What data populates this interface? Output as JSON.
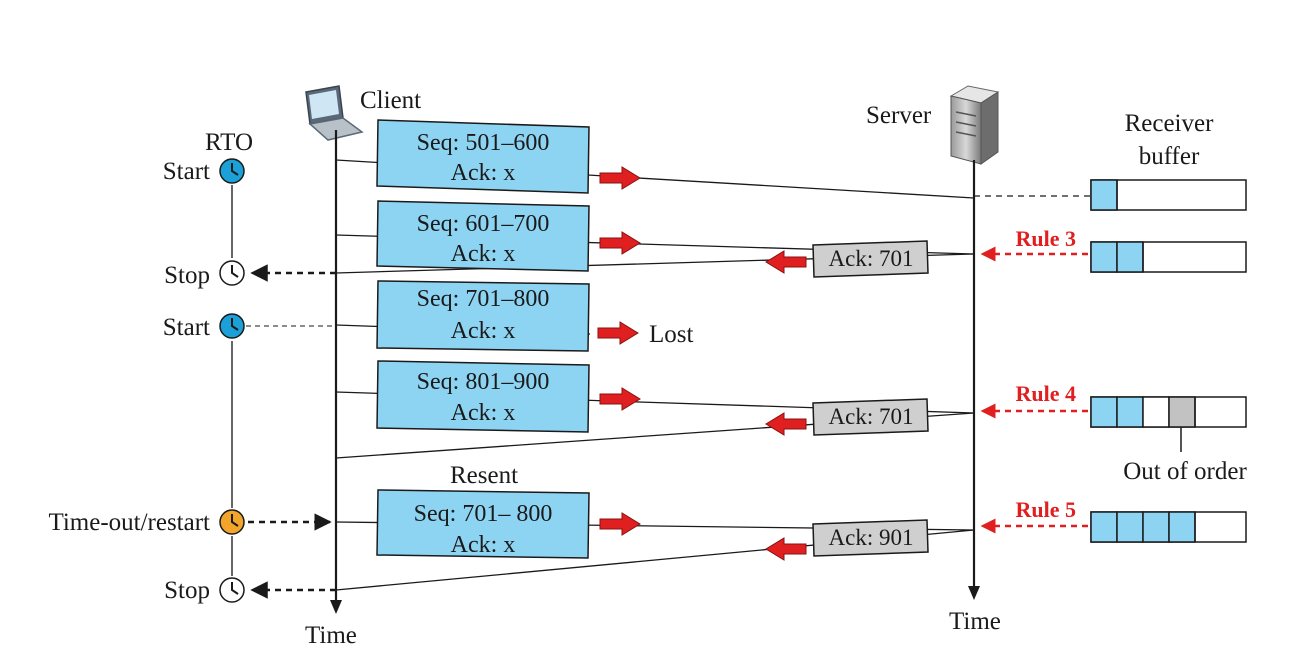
{
  "client": {
    "label": "Client",
    "time_label": "Time"
  },
  "server": {
    "label": "Server",
    "time_label": "Time"
  },
  "rto": {
    "label": "RTO",
    "events": [
      {
        "label": "Start",
        "type": "start"
      },
      {
        "label": "Stop",
        "type": "stop"
      },
      {
        "label": "Start",
        "type": "start"
      },
      {
        "label": "Time-out/restart",
        "type": "timeout"
      },
      {
        "label": "Stop",
        "type": "stop"
      }
    ]
  },
  "segments": [
    {
      "seq": "Seq: 501–600",
      "ack": "Ack: x"
    },
    {
      "seq": "Seq: 601–700",
      "ack": "Ack: x"
    },
    {
      "seq": "Seq: 701–800",
      "ack": "Ack: x"
    },
    {
      "seq": "Seq: 801–900",
      "ack": "Ack: x"
    },
    {
      "seq": "Seq: 701– 800",
      "ack": "Ack: x"
    }
  ],
  "lost_label": "Lost",
  "resent_label": "Resent",
  "acks": [
    "Ack: 701",
    "Ack: 701",
    "Ack: 901"
  ],
  "receiver": {
    "title_line1": "Receiver",
    "title_line2": "buffer",
    "out_of_order_label": "Out of order",
    "buffers": [
      {
        "cells": [
          "filled",
          "empty",
          "empty",
          "empty",
          "empty",
          "empty"
        ]
      },
      {
        "rule": "Rule 3",
        "cells": [
          "filled",
          "filled",
          "empty",
          "empty",
          "empty",
          "empty"
        ]
      },
      {
        "rule": "Rule 4",
        "cells": [
          "filled",
          "filled",
          "empty",
          "gray",
          "empty",
          "empty"
        ]
      },
      {
        "rule": "Rule 5",
        "cells": [
          "filled",
          "filled",
          "filled",
          "filled",
          "empty",
          "empty"
        ]
      }
    ]
  },
  "colors": {
    "segment_fill": "#8dd4f3",
    "ack_fill": "#cfcfcf",
    "buffer_fill": "#8dd4f3",
    "out_of_order_fill": "#c2c2c2",
    "rule_color": "#e02020",
    "arrow_red": "#e02020",
    "timer_blue": "#1ba0d8",
    "timer_orange": "#f2a52a"
  },
  "icons": {
    "client": "laptop-icon",
    "server": "server-tower-icon",
    "timer": "clock-icon"
  }
}
